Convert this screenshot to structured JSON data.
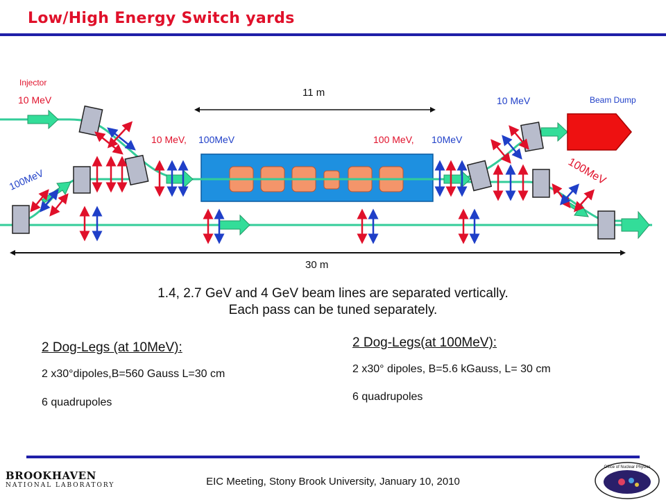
{
  "title": "Low/High Energy Switch yards",
  "labels": {
    "injector": "Injector",
    "injector_energy": "10 MeV",
    "length_11m": "11 m",
    "right_energy": "10 MeV",
    "beam_dump": "Beam Dump",
    "left_mixed_10": "10 MeV,",
    "left_mixed_100": "100MeV",
    "right_mixed_100": "100 MeV,",
    "right_mixed_10": "10MeV",
    "left_100mev": "100MeV",
    "right_100mev": "100MeV",
    "length_30m": "30 m"
  },
  "summary": {
    "line1": "1.4, 2.7 GeV and 4 GeV beam lines are separated vertically.",
    "line2": "Each pass can be tuned separately."
  },
  "dogleg_low": {
    "title": "2 Dog-Legs (at 10MeV):",
    "line1": "2 x30°dipoles,B=560 Gauss L=30 cm",
    "line2": "6 quadrupoles"
  },
  "dogleg_high": {
    "title": "2 Dog-Legs(at 100MeV):",
    "line1": "2 x30° dipoles, B=5.6 kGauss, L= 30 cm",
    "line2": "6 quadrupoles"
  },
  "footer": {
    "meeting": "EIC Meeting, Stony Brook University, January 10, 2010",
    "lab_name": "BROOKHAVEN",
    "lab_sub": "NATIONAL LABORATORY",
    "onp_logo_text": "Office of Nuclear Physics"
  },
  "colors": {
    "title": "#e0102a",
    "rule": "#1f1fa8",
    "beam": "#33cc99",
    "dipole": "#b8bccc",
    "linac": "#1e90e0",
    "cavity": "#f4956a",
    "quad_red": "#e0102a",
    "quad_blue": "#1f3fc8",
    "dump": "#ee1111"
  }
}
